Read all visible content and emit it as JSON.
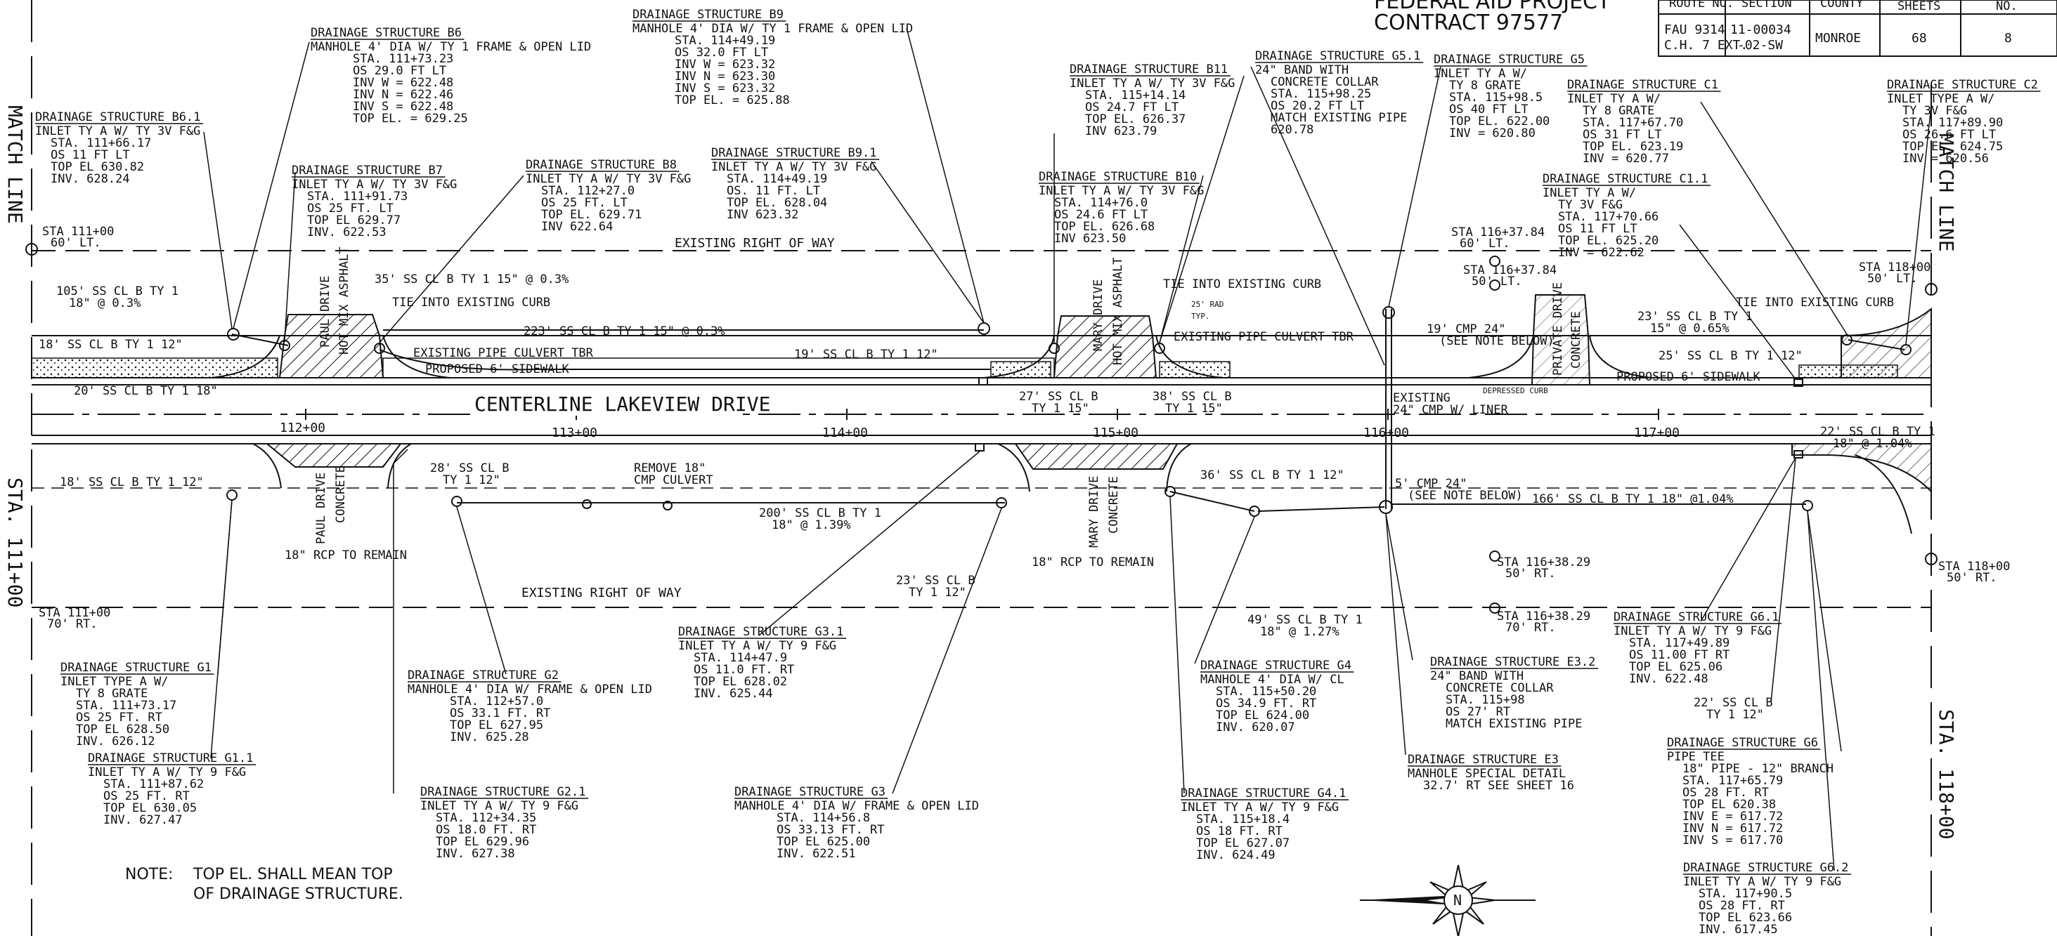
{
  "title_block": {
    "contract": "CONTRACT 97577",
    "header_fragment": "FEDERAL AID PROJECT",
    "route_no_header": "ROUTE NO.",
    "section_header": "SECTION",
    "county_header": "COUNTY",
    "sheets_header": "SHEETS",
    "no_header": "NO.",
    "route": [
      "FAU 9314",
      "C.H. 7 EXT."
    ],
    "section": [
      "11-00034",
      "-02-SW"
    ],
    "county": "MONROE",
    "total_sheets": "68",
    "sheet_no": "8"
  },
  "match_lines": {
    "left_top": "MATCH LINE",
    "left_bottom": "STA. 111+00",
    "right_top": "MATCH LINE",
    "right_bottom": "STA. 118+00"
  },
  "centerline": {
    "label": "CENTERLINE LAKEVIEW DRIVE",
    "stations": [
      "112+00",
      "113+00",
      "114+00",
      "115+00",
      "116+00",
      "117+00"
    ]
  },
  "right_of_way": {
    "north": "EXISTING RIGHT OF WAY",
    "south": "EXISTING RIGHT OF WAY"
  },
  "station_offsets": [
    {
      "id": "sta-111-north",
      "lines": [
        "STA 111+00",
        "60' LT."
      ]
    },
    {
      "id": "sta-111-south",
      "lines": [
        "STA 111+00",
        "70' RT."
      ]
    },
    {
      "id": "sta-116-north-1",
      "lines": [
        "STA 116+37.84",
        "60' LT."
      ]
    },
    {
      "id": "sta-116-north-2",
      "lines": [
        "STA 116+37.84",
        "50' LT."
      ]
    },
    {
      "id": "sta-116-south-1",
      "lines": [
        "STA 116+38.29",
        "50' RT."
      ]
    },
    {
      "id": "sta-116-south-2",
      "lines": [
        "STA 116+38.29",
        "70' RT."
      ]
    },
    {
      "id": "sta-118-north",
      "lines": [
        "STA 118+00",
        "50' LT."
      ]
    },
    {
      "id": "sta-118-south",
      "lines": [
        "STA 118+00",
        "50' RT."
      ]
    }
  ],
  "drives": {
    "paul_north": [
      "PAUL DRIVE",
      "HOT MIX ASPHALT"
    ],
    "paul_south": [
      "PAUL DRIVE",
      "CONCRETE"
    ],
    "mary_north": [
      "MARY DRIVE",
      "HOT MIX ASPHALT"
    ],
    "mary_south": [
      "MARY DRIVE",
      "CONCRETE"
    ],
    "private": [
      "PRIVATE DRIVE",
      "CONCRETE"
    ]
  },
  "pipe_labels": [
    {
      "id": "pipe-105",
      "lines": [
        "105' SS CL B TY 1",
        "18\" @ 0.3%"
      ]
    },
    {
      "id": "pipe-18-a",
      "lines": [
        "18' SS CL B TY 1 12\""
      ]
    },
    {
      "id": "pipe-20",
      "lines": [
        "20' SS CL B TY 1 18\""
      ]
    },
    {
      "id": "pipe-35",
      "lines": [
        "35' SS CL B TY 1 15\" @ 0.3%"
      ]
    },
    {
      "id": "pipe-223",
      "lines": [
        "223' SS CL B TY 1 15\" @ 0.3%"
      ]
    },
    {
      "id": "pipe-19-a",
      "lines": [
        "19' SS CL B TY 1 12\""
      ]
    },
    {
      "id": "pipe-27",
      "lines": [
        "27' SS CL B",
        "TY 1 15\""
      ]
    },
    {
      "id": "pipe-38",
      "lines": [
        "38' SS CL B",
        "TY 1 15\""
      ]
    },
    {
      "id": "pipe-19-cmp",
      "lines": [
        "19' CMP 24\"",
        "(SEE NOTE BELOW)"
      ]
    },
    {
      "id": "pipe-23-a",
      "lines": [
        "23' SS CL B TY 1",
        "15\" @ 0.65%"
      ]
    },
    {
      "id": "pipe-25",
      "lines": [
        "25' SS CL B TY 1 12\""
      ]
    },
    {
      "id": "pipe-22-a",
      "lines": [
        "22' SS CL B TY 1",
        "18\" @ 1.04%"
      ]
    },
    {
      "id": "pipe-18-b",
      "lines": [
        "18' SS CL B TY 1 12\""
      ]
    },
    {
      "id": "pipe-28",
      "lines": [
        "28' SS CL B",
        "TY 1 12\""
      ]
    },
    {
      "id": "pipe-200",
      "lines": [
        "200' SS CL B TY 1",
        "18\" @ 1.39%"
      ]
    },
    {
      "id": "pipe-23-b",
      "lines": [
        "23' SS CL B",
        "TY 1 12\""
      ]
    },
    {
      "id": "pipe-36",
      "lines": [
        "36' SS CL B TY 1 12\""
      ]
    },
    {
      "id": "pipe-5-cmp",
      "lines": [
        "5' CMP 24\"",
        "(SEE NOTE BELOW)"
      ]
    },
    {
      "id": "pipe-166",
      "lines": [
        "166' SS CL B TY 1 18\" @1.04%"
      ]
    },
    {
      "id": "pipe-49",
      "lines": [
        "49' SS CL B TY 1",
        "18\" @ 1.27%"
      ]
    },
    {
      "id": "pipe-22-b",
      "lines": [
        "22' SS CL B",
        "TY 1 12\""
      ]
    }
  ],
  "plan_notes": [
    {
      "id": "tie-curb-1",
      "lines": [
        "TIE INTO EXISTING CURB"
      ]
    },
    {
      "id": "tie-curb-2",
      "lines": [
        "TIE INTO EXISTING CURB"
      ]
    },
    {
      "id": "tie-curb-3",
      "lines": [
        "TIE INTO EXISTING CURB"
      ]
    },
    {
      "id": "culvert-tbr-1",
      "lines": [
        "EXISTING PIPE CULVERT TBR"
      ]
    },
    {
      "id": "culvert-tbr-2",
      "lines": [
        "EXISTING PIPE CULVERT TBR"
      ]
    },
    {
      "id": "sidewalk-1",
      "lines": [
        "PROPOSED 6' SIDEWALK"
      ]
    },
    {
      "id": "sidewalk-2",
      "lines": [
        "PROPOSED 6' SIDEWALK"
      ]
    },
    {
      "id": "existing-cmp",
      "lines": [
        "EXISTING",
        "24\" CMP W/ LINER"
      ]
    },
    {
      "id": "remove-cmp",
      "lines": [
        "REMOVE 18\"",
        "CMP CULVERT"
      ]
    },
    {
      "id": "rcp-remain-1",
      "lines": [
        "18\" RCP TO REMAIN"
      ]
    },
    {
      "id": "rcp-remain-2",
      "lines": [
        "18\" RCP TO REMAIN"
      ]
    },
    {
      "id": "rad",
      "lines": [
        "25' RAD",
        "TYP."
      ]
    },
    {
      "id": "depressed-curb",
      "lines": [
        "DEPRESSED CURB"
      ]
    }
  ],
  "structures": [
    {
      "id": "b6",
      "title": "DRAINAGE STRUCTURE B6",
      "lines": [
        "MANHOLE 4' DIA W/ TY 1 FRAME & OPEN LID",
        "STA. 111+73.23",
        "OS 29.0 FT LT",
        "INV W = 622.48",
        "INV N = 622.46",
        "INV S = 622.48",
        "TOP EL. = 629.25"
      ]
    },
    {
      "id": "b9",
      "title": "DRAINAGE STRUCTURE B9",
      "lines": [
        "MANHOLE 4' DIA W/ TY 1 FRAME & OPEN LID",
        "STA. 114+49.19",
        "OS 32.0 FT LT",
        "INV W = 623.32",
        "INV N = 623.30",
        "INV S = 623.32",
        "TOP EL. = 625.88"
      ]
    },
    {
      "id": "b6-1",
      "title": "DRAINAGE STRUCTURE B6.1",
      "lines": [
        "INLET TY A W/ TY 3V F&G",
        "STA. 111+66.17",
        "OS 11 FT LT",
        "TOP EL 630.82",
        "INV. 628.24"
      ]
    },
    {
      "id": "b7",
      "title": "DRAINAGE STRUCTURE B7",
      "lines": [
        "INLET TY A W/ TY 3V F&G",
        "STA. 111+91.73",
        "OS 25 FT. LT",
        "TOP EL 629.77",
        "INV. 622.53"
      ]
    },
    {
      "id": "b8",
      "title": "DRAINAGE STRUCTURE B8",
      "lines": [
        "INLET TY A W/ TY 3V F&G",
        "STA. 112+27.0",
        "OS 25 FT. LT",
        "TOP EL. 629.71",
        "INV 622.64"
      ]
    },
    {
      "id": "b9-1",
      "title": "DRAINAGE STRUCTURE B9.1",
      "lines": [
        "INLET TY A W/ TY 3V F&G",
        "STA. 114+49.19",
        "OS. 11 FT. LT",
        "TOP EL. 628.04",
        "INV 623.32"
      ]
    },
    {
      "id": "b11",
      "title": "DRAINAGE STRUCTURE B11",
      "lines": [
        "INLET TY A W/ TY 3V F&G",
        "STA. 115+14.14",
        "OS 24.7 FT LT",
        "TOP EL. 626.37",
        "INV 623.79"
      ]
    },
    {
      "id": "b10",
      "title": "DRAINAGE STRUCTURE B10",
      "lines": [
        "INLET TY A W/ TY 3V F&G",
        "STA. 114+76.0",
        "OS 24.6 FT LT",
        "TOP EL. 626.68",
        "INV 623.50"
      ]
    },
    {
      "id": "g5-1",
      "title": "DRAINAGE STRUCTURE G5.1",
      "lines": [
        "24\" BAND WITH",
        "CONCRETE COLLAR",
        "STA. 115+98.25",
        "OS 20.2 FT LT",
        "MATCH EXISTING PIPE",
        "620.78"
      ]
    },
    {
      "id": "g5",
      "title": "DRAINAGE STRUCTURE G5",
      "lines": [
        "INLET TY A W/",
        "TY 8 GRATE",
        "STA. 115+98.5",
        "OS 40 FT LT",
        "TOP EL. 622.00",
        "INV = 620.80"
      ]
    },
    {
      "id": "c1",
      "title": "DRAINAGE STRUCTURE C1",
      "lines": [
        "INLET TY A W/",
        "TY 8 GRATE",
        "STA. 117+67.70",
        "OS 31 FT LT",
        "TOP EL. 623.19",
        "INV = 620.77"
      ]
    },
    {
      "id": "c1-1",
      "title": "DRAINAGE STRUCTURE C1.1",
      "lines": [
        "INLET TY A W/",
        "TY 3V F&G",
        "STA. 117+70.66",
        "OS 11 FT LT",
        "TOP EL. 625.20",
        "INV = 622.62"
      ]
    },
    {
      "id": "c2",
      "title": "DRAINAGE STRUCTURE C2",
      "lines": [
        "INLET TYPE A W/",
        "TY 3V F&G",
        "STA. 117+89.90",
        "OS 26.6 FT LT",
        "TOP EL. 624.75",
        "INV = 620.56"
      ]
    },
    {
      "id": "g1",
      "title": "DRAINAGE STRUCTURE G1",
      "lines": [
        "INLET TYPE A W/",
        "TY 8 GRATE",
        "STA. 111+73.17",
        "OS 25 FT. RT",
        "TOP EL 628.50",
        "INV. 626.12"
      ]
    },
    {
      "id": "g1-1",
      "title": "DRAINAGE STRUCTURE G1.1",
      "lines": [
        "INLET TY A W/ TY 9 F&G",
        "STA. 111+87.62",
        "OS 25 FT. RT",
        "TOP EL 630.05",
        "INV. 627.47"
      ]
    },
    {
      "id": "g2",
      "title": "DRAINAGE STRUCTURE G2",
      "lines": [
        "MANHOLE 4' DIA W/ FRAME & OPEN LID",
        "STA. 112+57.0",
        "OS 33.1 FT. RT",
        "TOP EL 627.95",
        "INV. 625.28"
      ]
    },
    {
      "id": "g2-1",
      "title": "DRAINAGE STRUCTURE G2.1",
      "lines": [
        "INLET TY A W/ TY 9 F&G",
        "STA. 112+34.35",
        "OS 18.0 FT. RT",
        "TOP EL 629.96",
        "INV. 627.38"
      ]
    },
    {
      "id": "g3-1",
      "title": "DRAINAGE STRUCTURE G3.1",
      "lines": [
        "INLET TY A W/ TY 9 F&G",
        "STA. 114+47.9",
        "OS 11.0 FT. RT",
        "TOP EL 628.02",
        "INV. 625.44"
      ]
    },
    {
      "id": "g3",
      "title": "DRAINAGE STRUCTURE G3",
      "lines": [
        "MANHOLE 4' DIA W/ FRAME & OPEN LID",
        "STA. 114+56.8",
        "OS 33.13 FT. RT",
        "TOP EL 625.00",
        "INV. 622.51"
      ]
    },
    {
      "id": "g4",
      "title": "DRAINAGE STRUCTURE G4",
      "lines": [
        "MANHOLE 4' DIA W/ CL",
        "STA. 115+50.20",
        "OS 34.9 FT. RT",
        "TOP EL 624.00",
        "INV. 620.07"
      ]
    },
    {
      "id": "g4-1",
      "title": "DRAINAGE STRUCTURE G4.1",
      "lines": [
        "INLET TY A W/ TY 9 F&G",
        "STA. 115+18.4",
        "OS 18 FT. RT",
        "TOP EL 627.07",
        "INV. 624.49"
      ]
    },
    {
      "id": "e3-2",
      "title": "DRAINAGE STRUCTURE E3.2",
      "lines": [
        "24\" BAND WITH",
        "CONCRETE COLLAR",
        "STA. 115+98",
        "OS 27' RT",
        "MATCH EXISTING PIPE"
      ]
    },
    {
      "id": "e3",
      "title": "DRAINAGE STRUCTURE E3",
      "lines": [
        "MANHOLE SPECIAL DETAIL",
        "32.7' RT SEE SHEET 16"
      ]
    },
    {
      "id": "g6-1",
      "title": "DRAINAGE STRUCTURE G6.1",
      "lines": [
        "INLET TY A W/ TY 9 F&G",
        "STA. 117+49.89",
        "OS 11.00 FT RT",
        "TOP EL 625.06",
        "INV. 622.48"
      ]
    },
    {
      "id": "g6",
      "title": "DRAINAGE STRUCTURE G6",
      "lines": [
        "PIPE TEE",
        "18\" PIPE - 12\" BRANCH",
        "STA. 117+65.79",
        "OS 28 FT. RT",
        "TOP EL 620.38",
        "INV E = 617.72",
        "INV N = 617.72",
        "INV S = 617.70"
      ]
    },
    {
      "id": "g6-2",
      "title": "DRAINAGE STRUCTURE G6.2",
      "lines": [
        "INLET TY A W/ TY 9 F&G",
        "STA. 117+90.5",
        "OS 28 FT. RT",
        "TOP EL 623.66",
        "INV. 617.45"
      ]
    }
  ],
  "note": {
    "label": "NOTE:",
    "lines": [
      "TOP EL. SHALL MEAN TOP",
      "OF DRAINAGE STRUCTURE."
    ]
  },
  "north_arrow": {
    "glyph": "N"
  }
}
